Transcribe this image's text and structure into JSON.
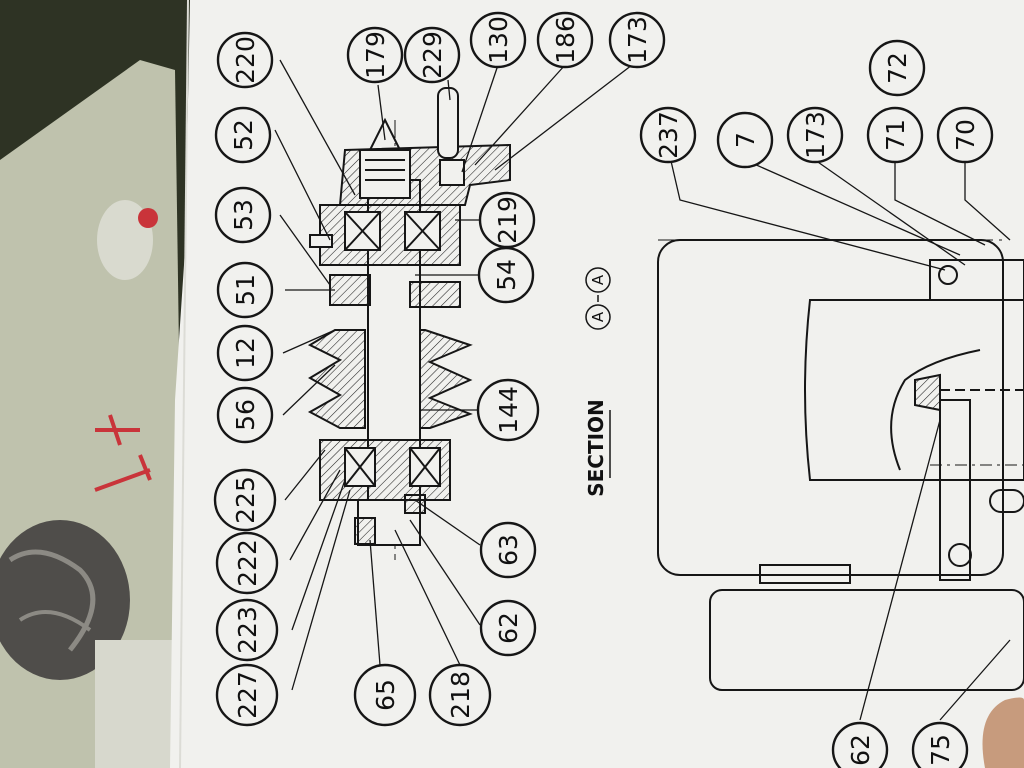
{
  "diagram": {
    "section_label": "SECTION",
    "section_marks": [
      "A",
      "A"
    ],
    "callouts": [
      "220",
      "179",
      "229",
      "130",
      "186",
      "173",
      "52",
      "53",
      "51",
      "12",
      "56",
      "225",
      "222",
      "223",
      "227",
      "219",
      "54",
      "144",
      "63",
      "62",
      "65",
      "218",
      "237",
      "7",
      "173",
      "71",
      "70",
      "72",
      "62",
      "75"
    ]
  },
  "colors": {
    "paper": "#f1f1ee",
    "ink": "#161616",
    "background": "#3a3f2c",
    "tablecloth": "#bfc2ad",
    "pattern_red": "#c9343a"
  }
}
